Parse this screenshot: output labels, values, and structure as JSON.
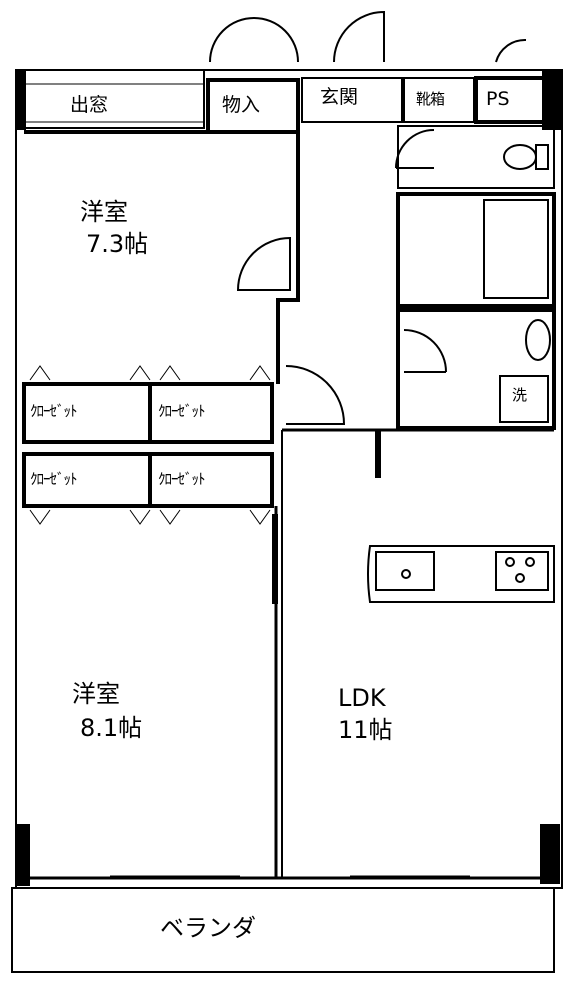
{
  "rooms": {
    "bedroom_upper": {
      "name": "洋室",
      "size": "7.3帖"
    },
    "bedroom_lower": {
      "name": "洋室",
      "size": "8.1帖"
    },
    "ldk": {
      "name": "LDK",
      "size": "11帖"
    }
  },
  "labels": {
    "bay_window": "出窓",
    "storage": "物入",
    "entrance": "玄関",
    "shoe_cabinet": "靴箱",
    "pipe_space": "PS",
    "closet": "ｸﾛｰｾﾞｯﾄ",
    "veranda": "ベランダ",
    "washer": "洗"
  },
  "colors": {
    "line": "#000000",
    "background": "#ffffff",
    "floor": "#ffffff"
  }
}
